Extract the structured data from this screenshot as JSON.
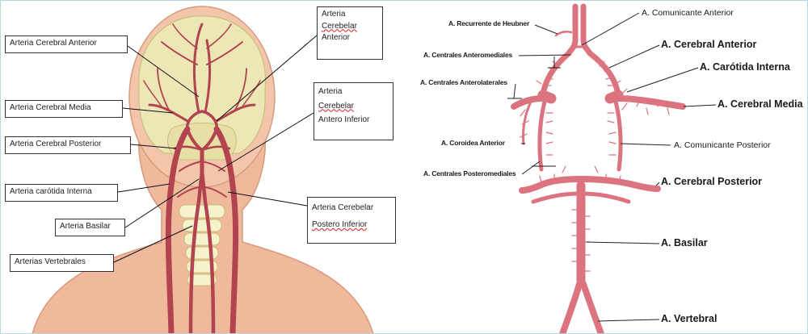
{
  "left_labels": {
    "cerebral_anterior": "Arteria Cerebral Anterior",
    "cerebral_media": "Arteria Cerebral  Media",
    "cerebral_posterior": "Arteria Cerebral Posterior",
    "carotida_interna": "Arteria carótida Interna",
    "basilar": "Arteria Basilar",
    "vertebrales": "Arterias Vertebrales",
    "cerebelar_anterior": {
      "line1": "Arteria",
      "line2": "Cerebelar",
      "line3": "Anterior"
    },
    "cerebelar_antero_inferior": {
      "line1": "Arteria",
      "line2": "Cerebelar",
      "line3": "Antero Inferior"
    },
    "cerebelar_postero_inferior": {
      "line1": "Arteria Cerebelar",
      "line2": "Postero Inferior"
    }
  },
  "right_labels": {
    "recurrente_heubner": "A. Recurrente de Heubner",
    "comunicante_anterior": "A. Comunicante Anterior",
    "centrales_anteromediales": "A. Centrales Anteromediales",
    "cerebral_anterior": "A. Cerebral Anterior",
    "carotida_interna": "A. Carótida Interna",
    "centrales_anterolaterales": "A. Centrales Anterolaterales",
    "cerebral_media": "A. Cerebral Media",
    "coroidea_anterior": "A. Coroidea Anterior",
    "comunicante_posterior": "A. Comunicante Posterior",
    "centrales_posteromediales": "A. Centrales Posteromediales",
    "cerebral_posterior": "A. Cerebral Posterior",
    "basilar": "A. Basilar",
    "vertebral": "A. Vertebral"
  },
  "colors": {
    "artery": "#b8474f",
    "artery_right": "#d9737c",
    "head": "#f2c2a8",
    "brain": "#eee8b8",
    "vertebra": "#f5f1c9"
  }
}
